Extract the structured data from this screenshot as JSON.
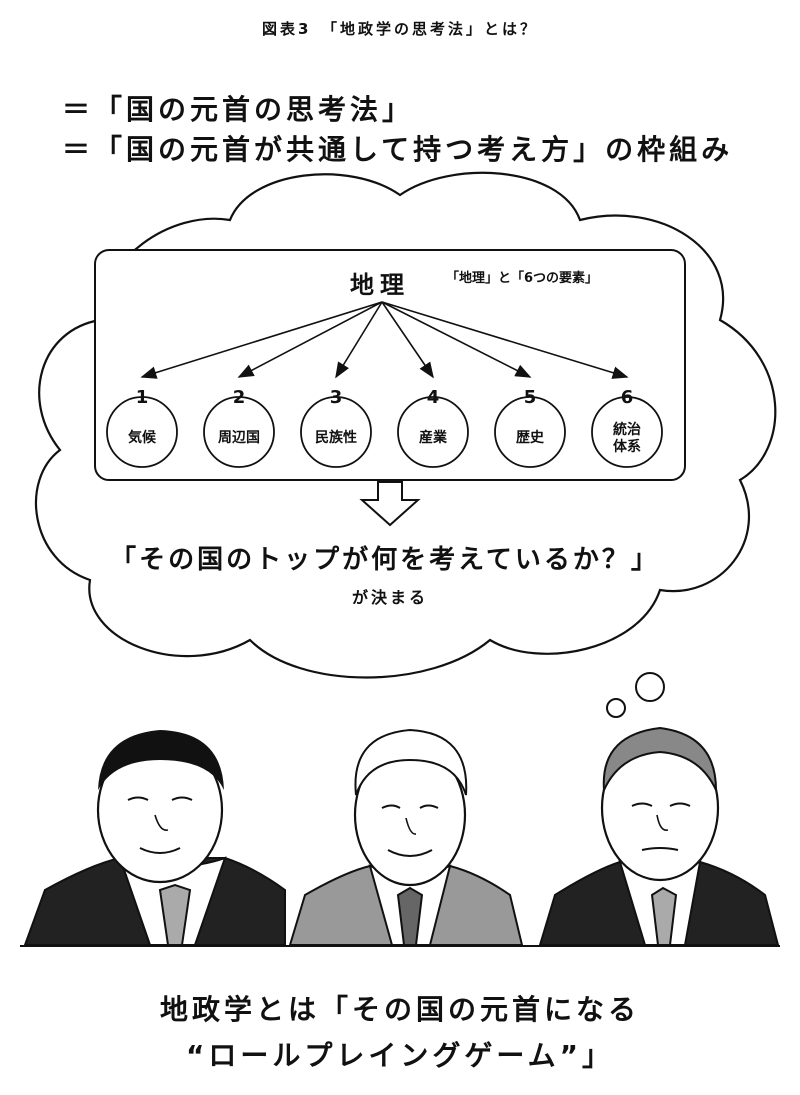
{
  "figure_title": "図表3　「地政学の思考法」とは？",
  "equivalence": [
    "＝「国の元首の思考法」",
    "＝「国の元首が共通して持つ考え方」の枠組み"
  ],
  "framework": {
    "root": "地理",
    "legend": "「地理」と「6つの要素」",
    "elements": [
      {
        "number": "1",
        "label_lines": [
          "気候"
        ]
      },
      {
        "number": "2",
        "label_lines": [
          "周辺国"
        ]
      },
      {
        "number": "3",
        "label_lines": [
          "民族性"
        ]
      },
      {
        "number": "4",
        "label_lines": [
          "産業"
        ]
      },
      {
        "number": "5",
        "label_lines": [
          "歴史"
        ]
      },
      {
        "number": "6",
        "label_lines": [
          "統治",
          "体系"
        ]
      }
    ]
  },
  "result": {
    "question": "「その国のトップが何を考えているか？」",
    "suffix": "が決まる"
  },
  "bottom": {
    "line1": "地政学とは「その国の元首になる",
    "line2": "“ロールプレイングゲーム”」"
  }
}
